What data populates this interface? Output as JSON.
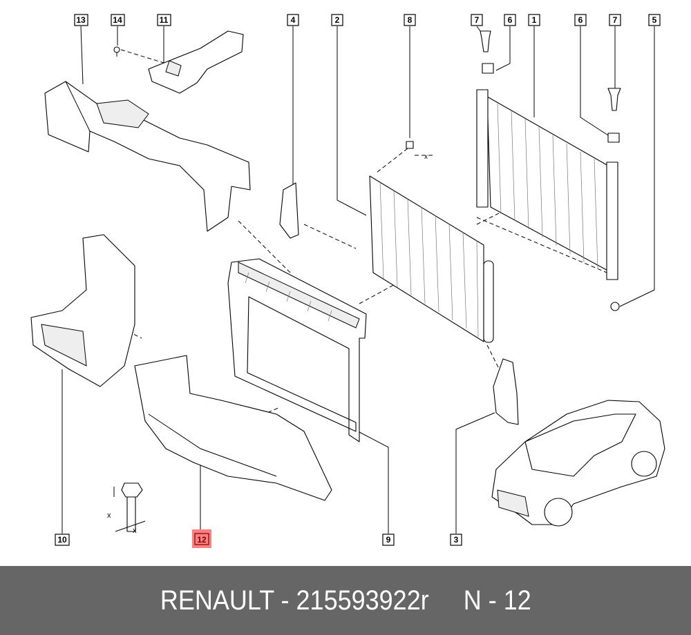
{
  "diagram": {
    "labels": [
      "13",
      "14",
      "11",
      "4",
      "2",
      "8",
      "7",
      "6",
      "1",
      "6",
      "7",
      "5",
      "10",
      "12",
      "9",
      "3"
    ],
    "highlighted_label": "12",
    "highlight_color": "#ff8080",
    "axis_marks": [
      "x",
      "x",
      "x"
    ]
  },
  "footer": {
    "text": "RENAULT - 215593922r     N - 12",
    "background": "#666666"
  }
}
